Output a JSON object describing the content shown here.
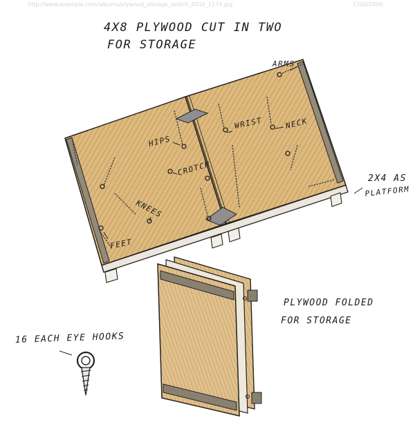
{
  "header_faint": "http://www.example.com/albums/plywood_storage_sketch_2010_1174.jpg",
  "header_faint_right": "1700/2000",
  "title_line1": "4X8 PLYWOOD CUT IN TWO",
  "title_line2": "FOR STORAGE",
  "labels": {
    "arms": "ARMS",
    "wrist": "WRIST",
    "neck": "NECK",
    "hips": "HIPS",
    "crotch": "CROTCH",
    "knees": "KNEES",
    "feet": "FEET",
    "platform_line1": "2X4 AS",
    "platform_line2": "PLATFORM",
    "folded_line1": "PLYWOOD FOLDED",
    "folded_line2": "FOR STORAGE",
    "eyehooks": "16 EACH EYE HOOKS"
  },
  "colors": {
    "plywood": "#d9b57a",
    "plywood_dark": "#c79a55",
    "timber": "#8a8070",
    "chain": "#555555",
    "ink": "#222222"
  }
}
